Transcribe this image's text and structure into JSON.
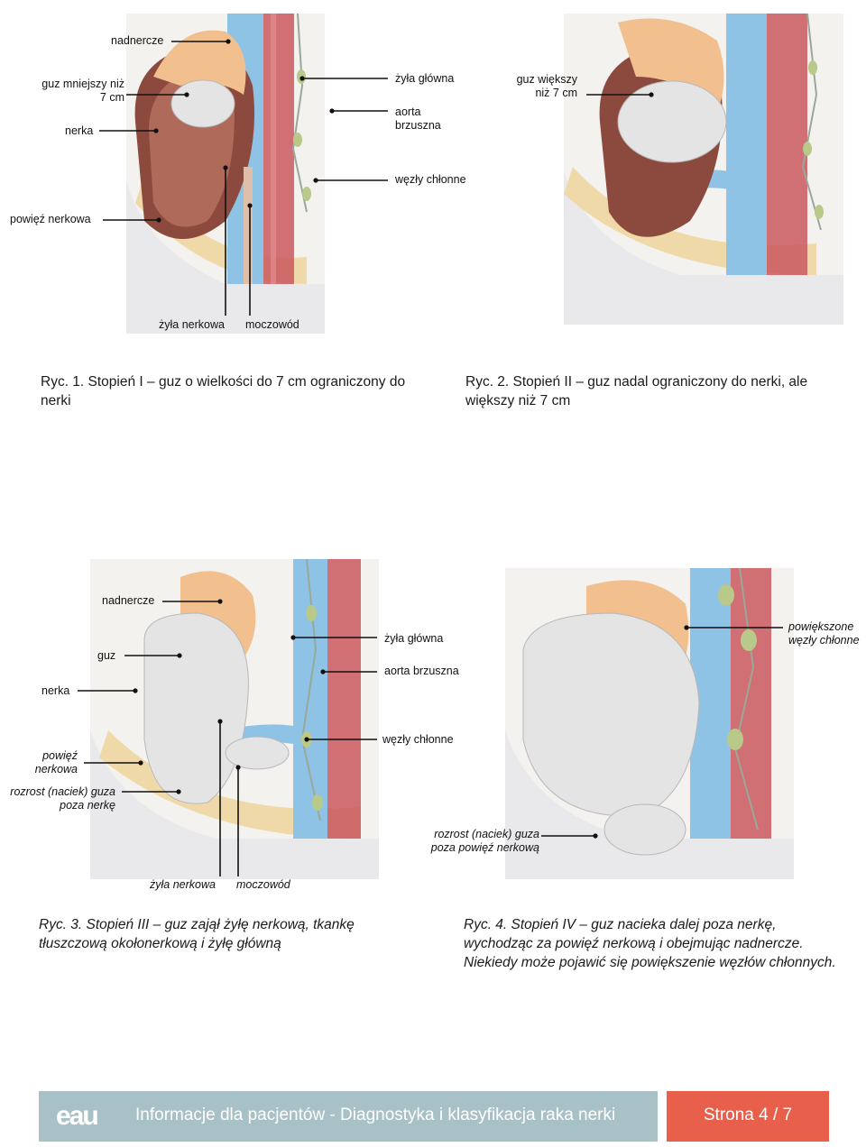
{
  "fig1": {
    "labels": {
      "adrenal": "nadnercze",
      "small_tumor": "guz mniejszy niż\n7 cm",
      "kidney": "nerka",
      "vena_cava": "żyła główna",
      "aorta": "aorta\nbrzuszna",
      "lymph": "węzły chłonne",
      "fascia": "powięź nerkowa",
      "renal_vein": "żyła nerkowa",
      "ureter": "moczowód"
    },
    "caption_prefix": "Ryc. 1. Stopień I",
    "caption_rest": " – guz o wielkości do 7 cm ograniczony do nerki"
  },
  "fig2": {
    "labels": {
      "large_tumor": "guz większy\nniż 7 cm"
    },
    "caption_prefix": "Ryc. 2. Stopień II",
    "caption_rest": " – guz nadal ograniczony do nerki, ale większy niż 7 cm"
  },
  "fig3": {
    "labels": {
      "adrenal": "nadnercze",
      "tumor": "guz",
      "kidney": "nerka",
      "vena_cava": "żyła główna",
      "aorta": "aorta brzuszna",
      "lymph": "węzły chłonne",
      "fascia": "powięź\nnerkowa",
      "spread": "rozrost (naciek) guza\npoza nerkę",
      "renal_vein": "żyła nerkowa",
      "ureter": "moczowód"
    },
    "caption": "Ryc. 3. Stopień III – guz zajął żyłę nerkową, tkankę tłuszczową okołonerkową i żyłę główną"
  },
  "fig4": {
    "labels": {
      "enlarged_lymph": "powiększone\nwęzły chłonne",
      "spread_fascia": "rozrost (naciek) guza\npoza powięź nerkową"
    },
    "caption": "Ryc. 4. Stopień IV – guz nacieka dalej poza nerkę, wychodząc za powięź nerkową i obejmując nadnercze. Niekiedy może pojawić się powiększenie węzłów chłonnych."
  },
  "footer": {
    "logo_text": "eau",
    "title": "Informacje dla pacjentów - Diagnostyka i klasyfikacja raka nerki",
    "page": "Strona 4 / 7"
  },
  "colors": {
    "footer_bar": "#a8c1c7",
    "page_box": "#e8604c",
    "vein": "#8ec3e6",
    "aorta": "#c9585e",
    "adrenal": "#f2c08e",
    "kidney": "#8c4a3e",
    "tumor": "#e4e4e4"
  }
}
